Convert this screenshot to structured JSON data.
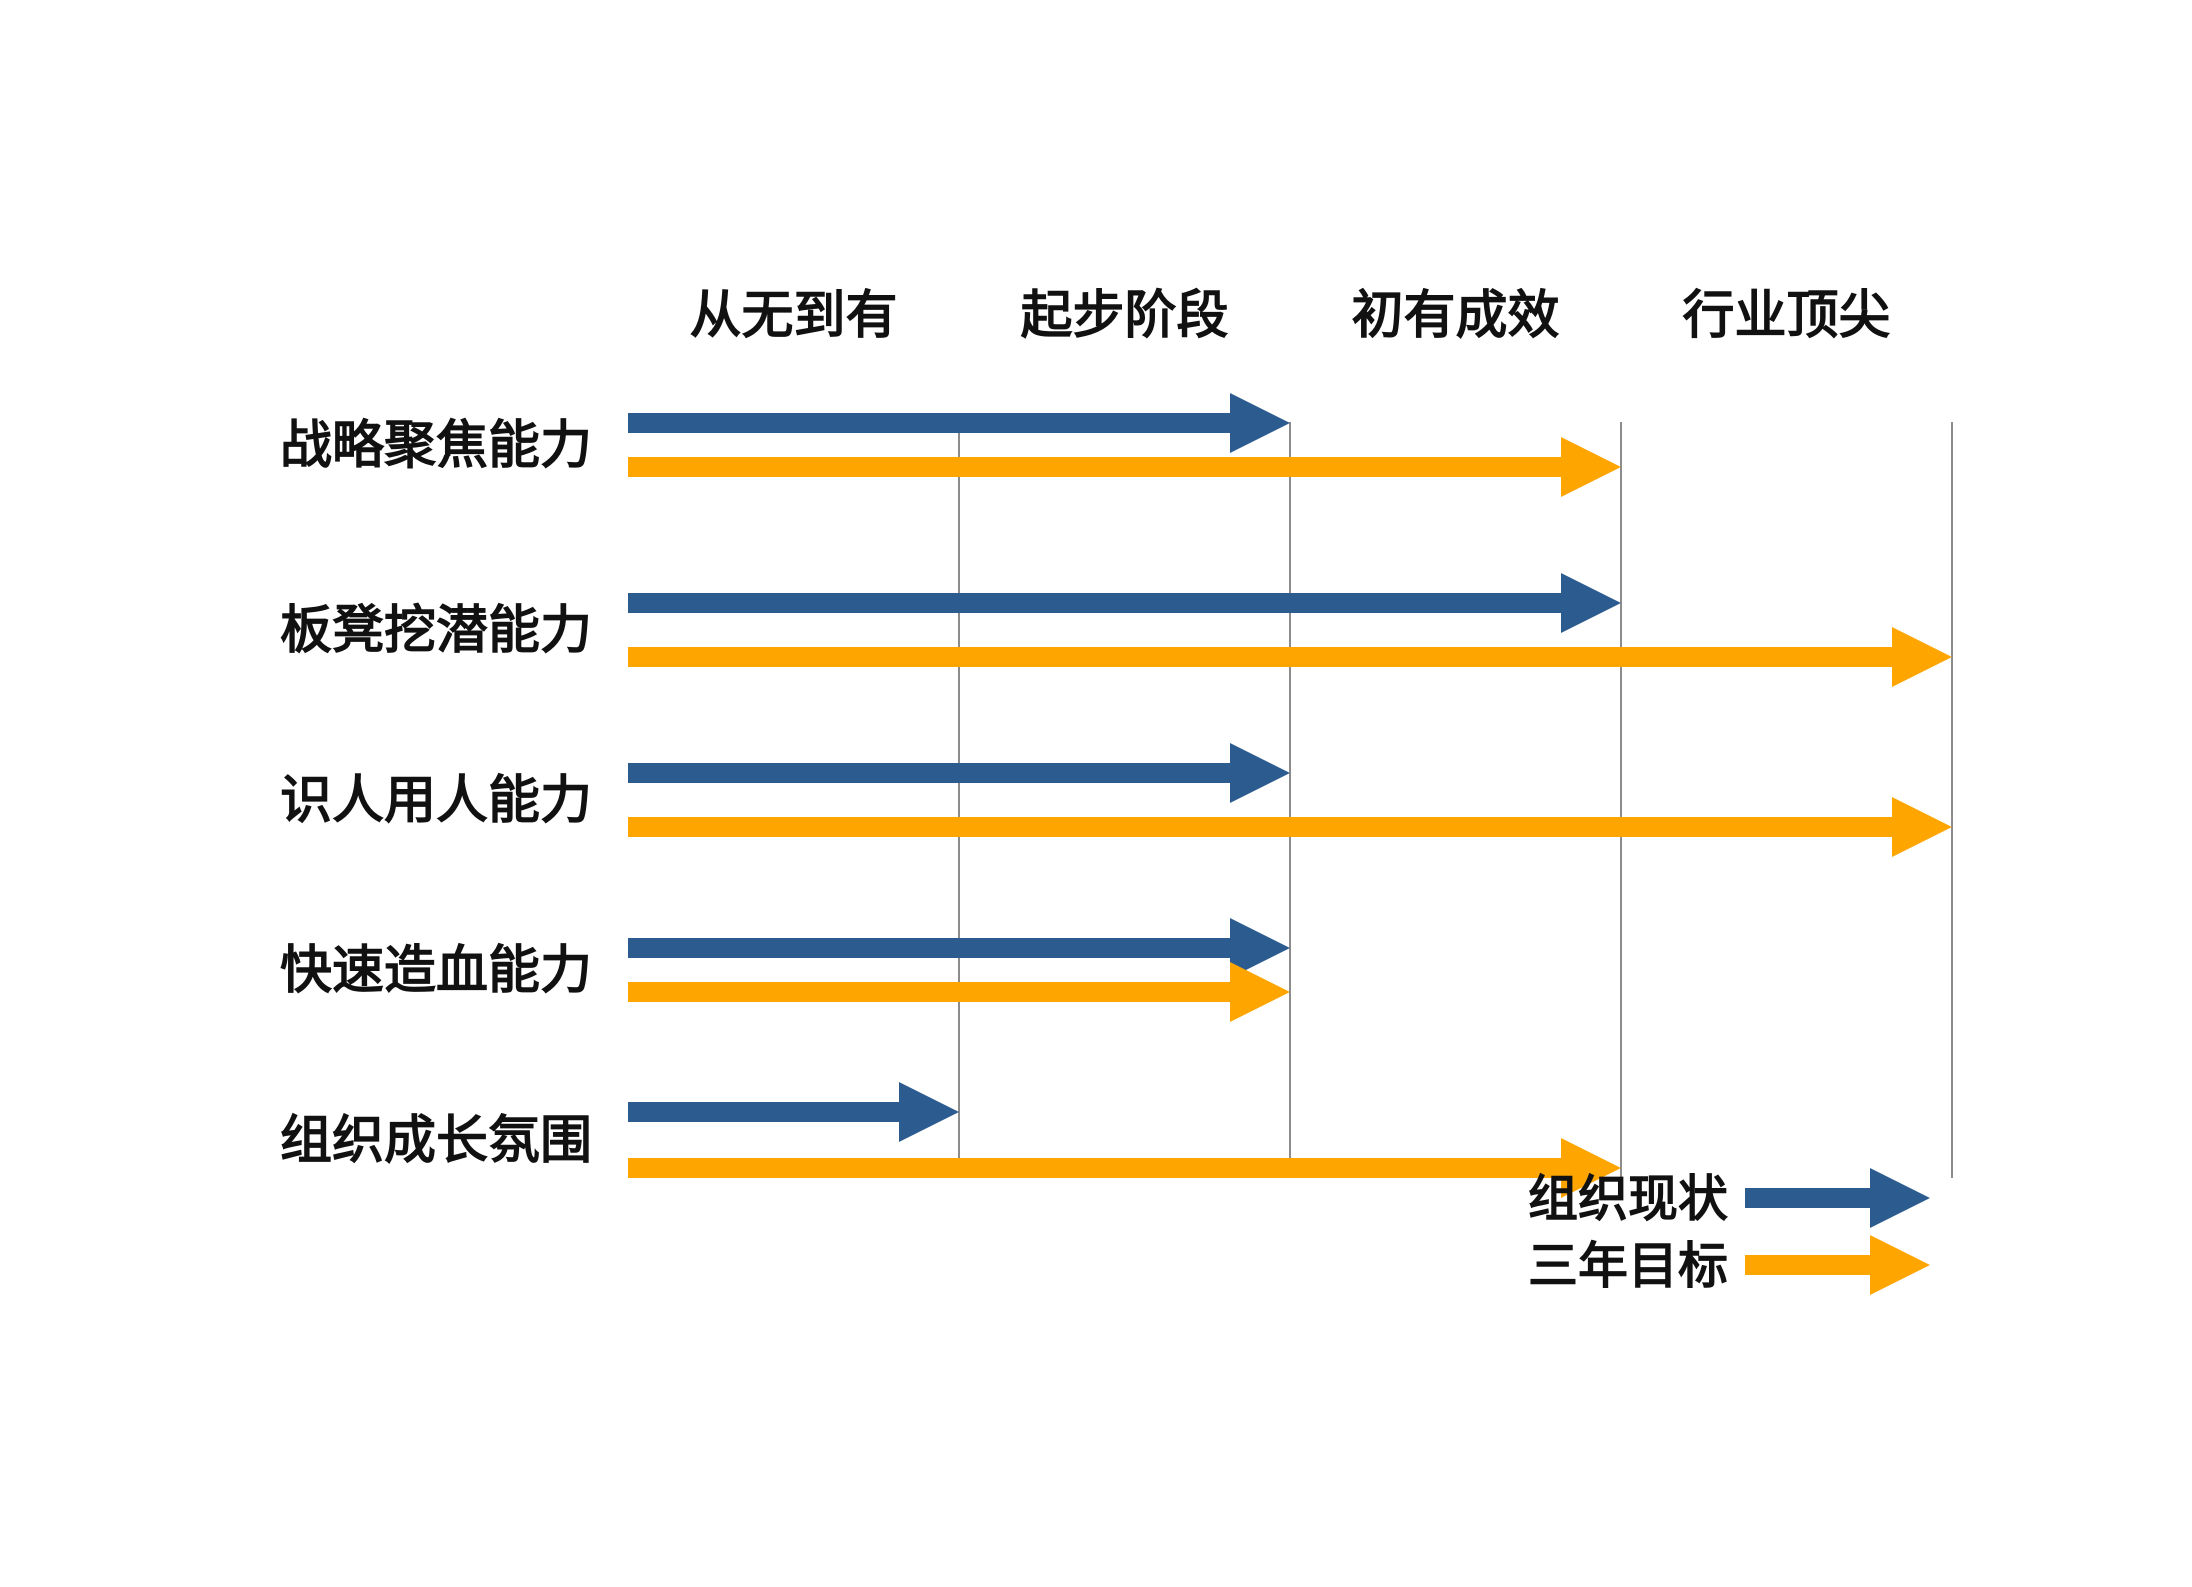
{
  "chart_data": {
    "type": "bar",
    "stages": [
      "从无到有",
      "起步阶段",
      "初有成效",
      "行业顶尖"
    ],
    "categories": [
      "战略聚焦能力",
      "板凳挖潜能力",
      "识人用人能力",
      "快速造血能力",
      "组织成长氛围"
    ],
    "series": [
      {
        "name": "组织现状",
        "color": "#2c5c8f",
        "values": [
          2,
          3,
          2,
          2,
          1
        ]
      },
      {
        "name": "三年目标",
        "color": "#ffa500",
        "values": [
          3,
          4,
          4,
          2,
          3
        ]
      }
    ],
    "xlim": [
      0,
      4
    ],
    "grid": true,
    "legend_position": "bottom-right"
  }
}
